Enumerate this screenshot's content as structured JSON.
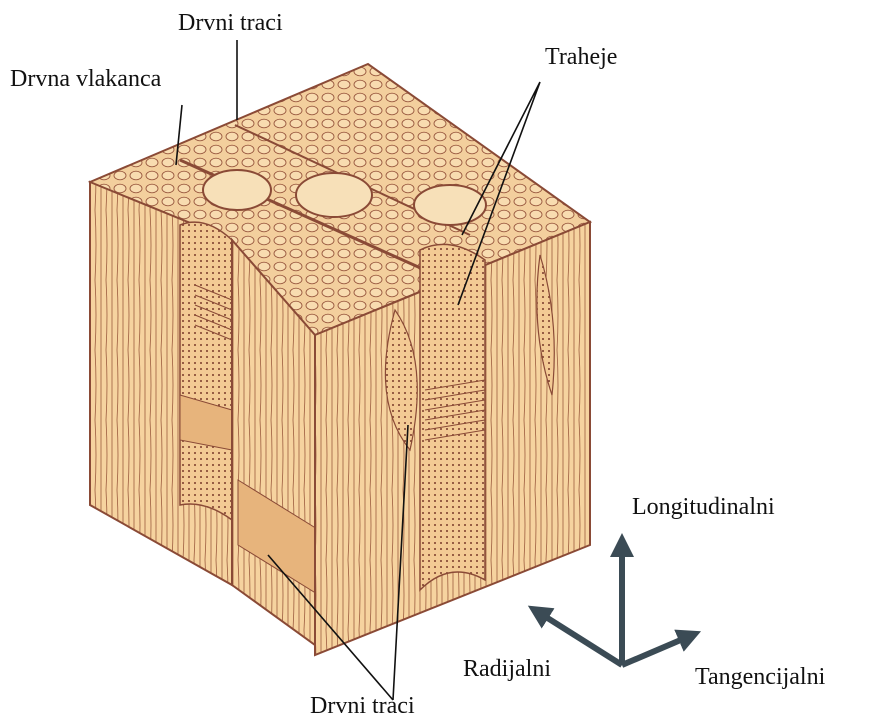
{
  "labels": {
    "rays_top": "Drvni traci",
    "fibers": "Drvna vlakanca",
    "vessels": "Traheje",
    "rays_bottom": "Drvni traci"
  },
  "axes": {
    "longitudinal": "Longitudinalni",
    "radial": "Radijalni",
    "tangential": "Tangencijalni"
  },
  "colors": {
    "wood_light": "#f7d7a6",
    "wood_mid": "#f0c48c",
    "wood_dark": "#e1a870",
    "outline": "#8a4a36",
    "ray_red": "#b4304d",
    "arrow": "#3b4b55"
  }
}
